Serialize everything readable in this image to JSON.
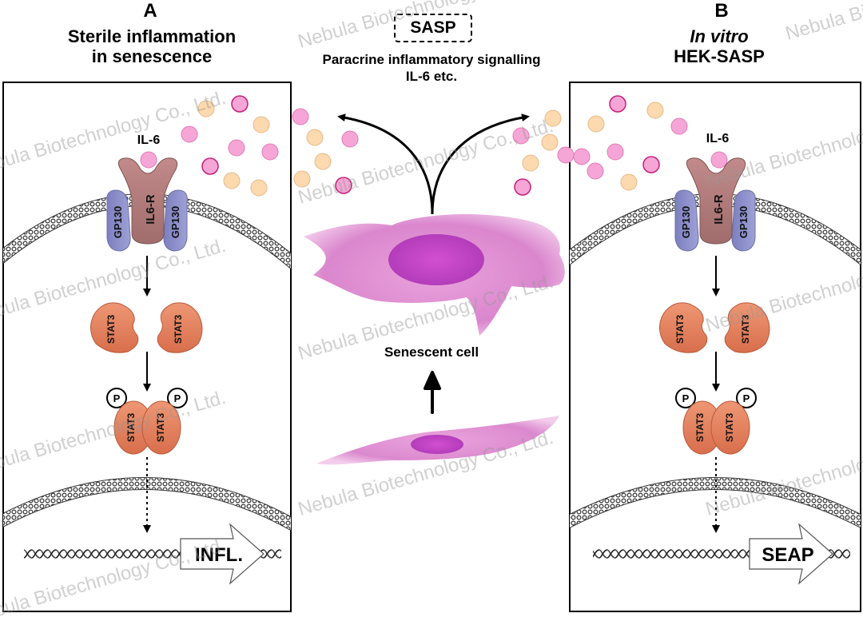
{
  "panel_a": {
    "letter": "A",
    "title_line1": "Sterile inflammation",
    "title_line2": "in senescence",
    "ligand_label": "IL-6",
    "receptor_label": "IL6-R",
    "gp130_label": "GP130",
    "stat_label": "STAT3",
    "phospho_label": "P",
    "output_label": "INFL."
  },
  "panel_b": {
    "letter": "B",
    "title_line1": "In vitro",
    "title_line2": "HEK-SASP",
    "ligand_label": "IL-6",
    "receptor_label": "IL6-R",
    "gp130_label": "GP130",
    "stat_label": "STAT3",
    "phospho_label": "P",
    "output_label": "SEAP"
  },
  "center": {
    "sasp_label": "SASP",
    "subtitle_line1": "Paracrine inflammatory signalling",
    "subtitle_line2": "IL-6 etc.",
    "cell_label": "Senescent cell"
  },
  "watermarks": [
    "Nebula Biotechnology Co., Ltd.",
    "Nebula Biotechnology Co., Ltd.",
    "Nebula Biotechnology Co., Ltd.",
    "Nebula Biotechnology Co., Ltd.",
    "Nebula Biotechnology Co., Ltd.",
    "Nebula Biotechnology Co., Ltd.",
    "Nebula Biotechnology Co., Ltd.",
    "Nebula Biotechnology Co., Ltd.",
    "Nebula Biotechnology Co., Ltd.",
    "Nebula Biotechnology Co., Ltd.",
    "Nebula Biotechnology Co., Ltd.",
    "Nebula Biotechnology Co., Ltd."
  ],
  "colors": {
    "pink_dot": "#f5a6d6",
    "pink_dot_edge": "#c81e7a",
    "orange_dot": "#fcd9ae",
    "stat3": "#e07f5c",
    "receptor": "#b07c7c",
    "gp130": "#8a8dc6",
    "cell": "#d672c8",
    "nucleus": "#c23fbf"
  }
}
